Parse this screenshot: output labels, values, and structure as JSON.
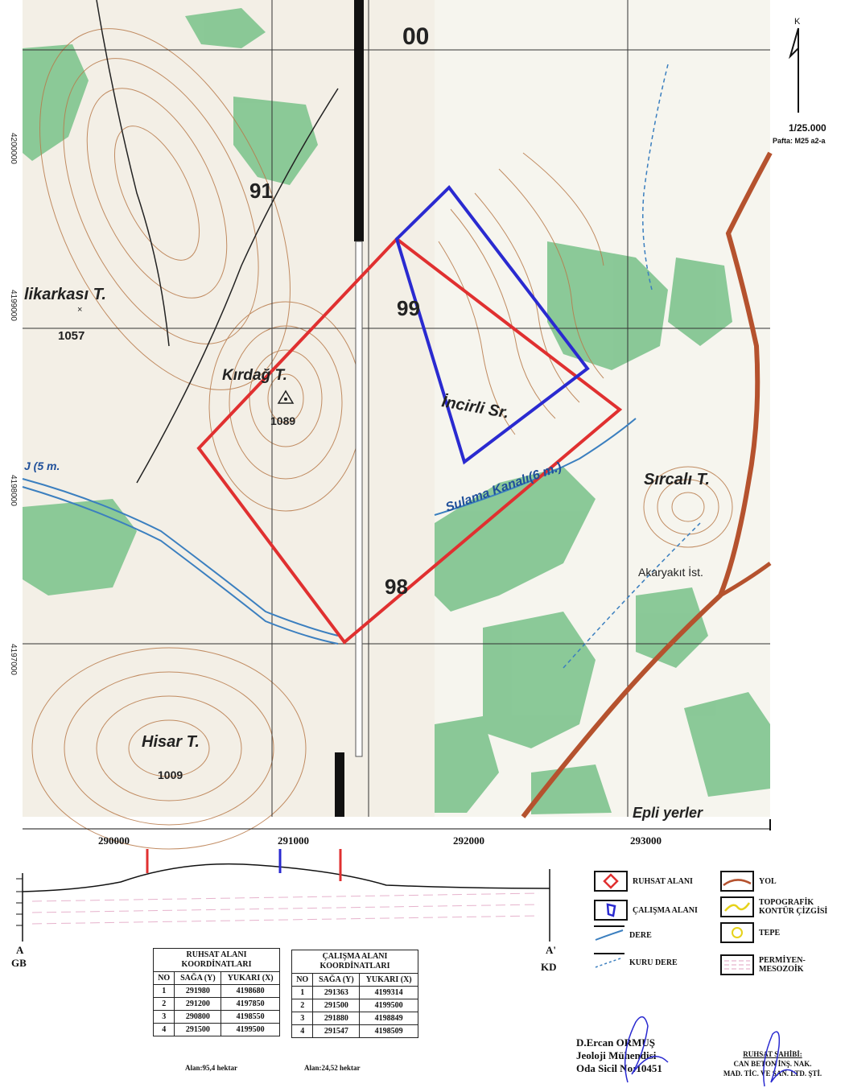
{
  "map": {
    "scale": "1/25.000",
    "sheet": "Pafta: M25 a2-a",
    "north": "K",
    "grid_labels": [
      "00",
      "91",
      "99",
      "98"
    ],
    "left_coords": [
      "4200000",
      "4199000",
      "4198000",
      "4197000"
    ],
    "place_names": {
      "kalikarkasi": "likarkası T.",
      "kalikarkasi_elev": "1057",
      "kirdag": "Kırdağ T.",
      "kirdag_elev": "1089",
      "hisar": "Hisar T.",
      "hisar_elev": "1009",
      "incirli": "İncirli Sr.",
      "sircali": "Sırcalı T.",
      "sulama": "Sulama Kanalı(6 m.)",
      "akaryakit": "Akaryakıt İst.",
      "epli": "Epli yerler",
      "river": "J (5 m."
    }
  },
  "profile": {
    "x_ticks": [
      "290000",
      "291000",
      "292000",
      "293000"
    ],
    "start_label": "A",
    "start_dir": "GB",
    "end_label": "A'",
    "end_dir": "KD"
  },
  "ruhsat_table": {
    "title_1": "RUHSAT ALANI",
    "title_2": "KOORDİNATLARI",
    "headers": [
      "NO",
      "SAĞA (Y)",
      "YUKARI (X)"
    ],
    "rows": [
      [
        "1",
        "291980",
        "4198680"
      ],
      [
        "2",
        "291200",
        "4197850"
      ],
      [
        "3",
        "290800",
        "4198550"
      ],
      [
        "4",
        "291500",
        "4199500"
      ]
    ],
    "area": "Alan:95,4 hektar"
  },
  "calisma_table": {
    "title_1": "ÇALIŞMA ALANI",
    "title_2": "KOORDİNATLARI",
    "headers": [
      "NO",
      "SAĞA (Y)",
      "YUKARI (X)"
    ],
    "rows": [
      [
        "1",
        "291363",
        "4199314"
      ],
      [
        "2",
        "291500",
        "4199500"
      ],
      [
        "3",
        "291880",
        "4198849"
      ],
      [
        "4",
        "291547",
        "4198509"
      ]
    ],
    "area": "Alan:24,52 hektar"
  },
  "legend": {
    "ruhsat": "RUHSAT ALANI",
    "calisma": "ÇALIŞMA ALANI",
    "dere": "DERE",
    "kuru_dere": "KURU DERE",
    "yol": "YOL",
    "topo_1": "TOPOGRAFİK",
    "topo_2": "KONTÜR ÇİZGİSİ",
    "tepe": "TEPE",
    "permiyen_1": "PERMİYEN-",
    "permiyen_2": "MESOZOİK"
  },
  "signature": {
    "name": "D.Ercan ORMUŞ",
    "title": "Jeoloji Mühendisi",
    "reg": "Oda Sicil No:10451",
    "owner_label": "RUHSAT SAHİBİ:",
    "owner_1": "CAN BETON İNŞ. NAK.",
    "owner_2": "MAD. TİC. VE SAN. LTD. ŞTİ."
  },
  "colors": {
    "ruhsat": "#e03030",
    "calisma": "#2a2ad0",
    "forest": "#7fc48e",
    "contour": "#b87a4a",
    "road": "#b5522e",
    "water": "#3b7fbf"
  }
}
